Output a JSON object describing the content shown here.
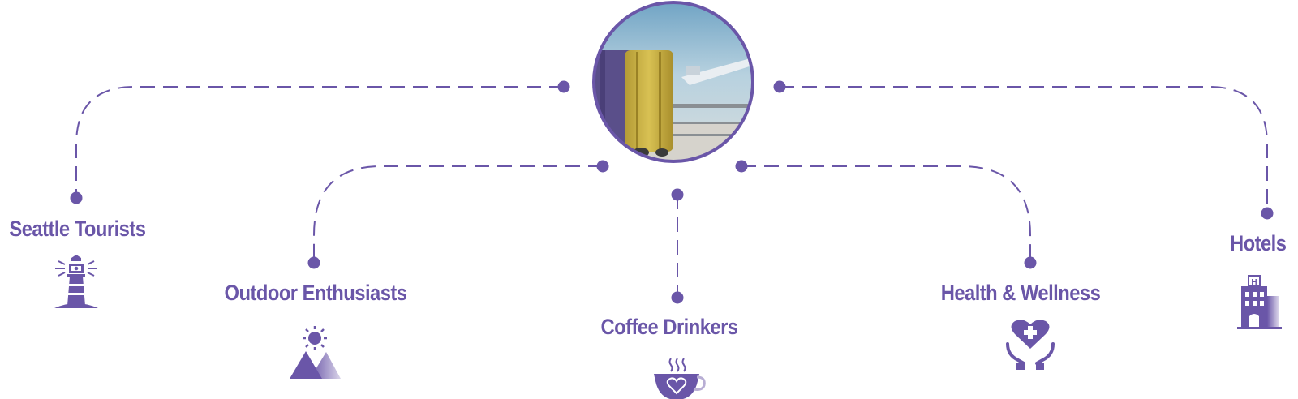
{
  "colors": {
    "accent": "#6a56a8",
    "icon_light": "#ffffff"
  },
  "hub": {
    "image": "airport-luggage-photo",
    "description_icon": "suitcase-at-airport-photo"
  },
  "audiences": [
    {
      "id": "seattle",
      "label": "Seattle Tourists",
      "icon": "lighthouse-icon"
    },
    {
      "id": "outdoor",
      "label": "Outdoor Enthusiasts",
      "icon": "mountain-sun-icon"
    },
    {
      "id": "coffee",
      "label": "Coffee Drinkers",
      "icon": "coffee-cup-heart-icon"
    },
    {
      "id": "health",
      "label": "Health & Wellness",
      "icon": "hands-heart-cross-icon"
    },
    {
      "id": "hotels",
      "label": "Hotels",
      "icon": "hotel-building-icon"
    }
  ]
}
